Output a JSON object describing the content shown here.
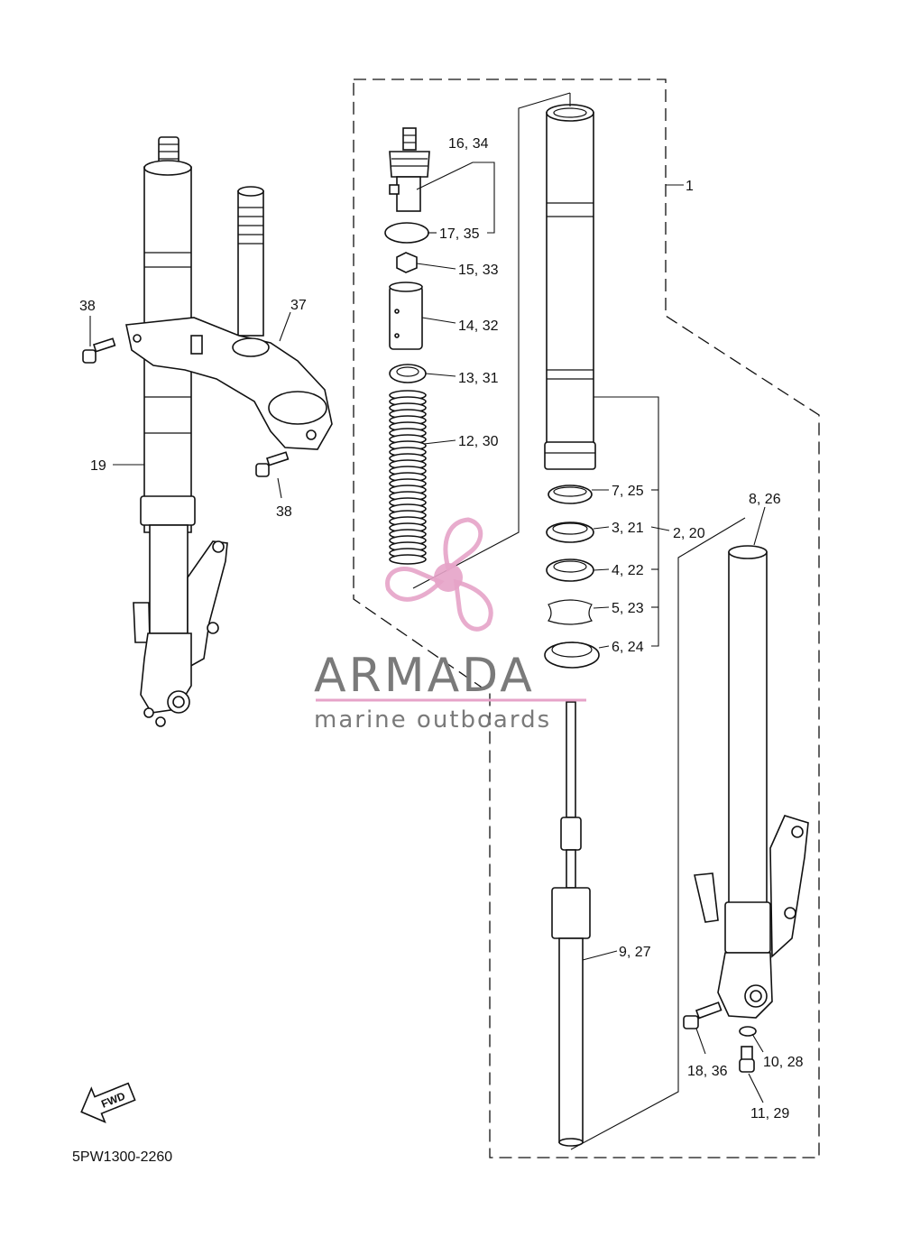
{
  "diagram": {
    "drawing_code": "5PW1300-2260",
    "fwd_label": "FWD",
    "callouts": [
      {
        "id": "c1",
        "text": "1"
      },
      {
        "id": "c16",
        "text": "16, 34"
      },
      {
        "id": "c17",
        "text": "17, 35"
      },
      {
        "id": "c15",
        "text": "15, 33"
      },
      {
        "id": "c14",
        "text": "14, 32"
      },
      {
        "id": "c13",
        "text": "13, 31"
      },
      {
        "id": "c12",
        "text": "12, 30"
      },
      {
        "id": "c7",
        "text": "7, 25"
      },
      {
        "id": "c3",
        "text": "3, 21"
      },
      {
        "id": "c2",
        "text": "2, 20"
      },
      {
        "id": "c4",
        "text": "4, 22"
      },
      {
        "id": "c5",
        "text": "5, 23"
      },
      {
        "id": "c6",
        "text": "6, 24"
      },
      {
        "id": "c8",
        "text": "8, 26"
      },
      {
        "id": "c9",
        "text": "9, 27"
      },
      {
        "id": "c18",
        "text": "18, 36"
      },
      {
        "id": "c10",
        "text": "10, 28"
      },
      {
        "id": "c11",
        "text": "11, 29"
      },
      {
        "id": "c38a",
        "text": "38"
      },
      {
        "id": "c37",
        "text": "37"
      },
      {
        "id": "c19",
        "text": "19"
      },
      {
        "id": "c38b",
        "text": "38"
      }
    ]
  },
  "watermark": {
    "brand": "ARMADA",
    "tagline": "marine outboards",
    "colors": {
      "propeller": "#e6a3c8",
      "text": "#7a7a7a",
      "rule": "#e6a3c8"
    }
  }
}
